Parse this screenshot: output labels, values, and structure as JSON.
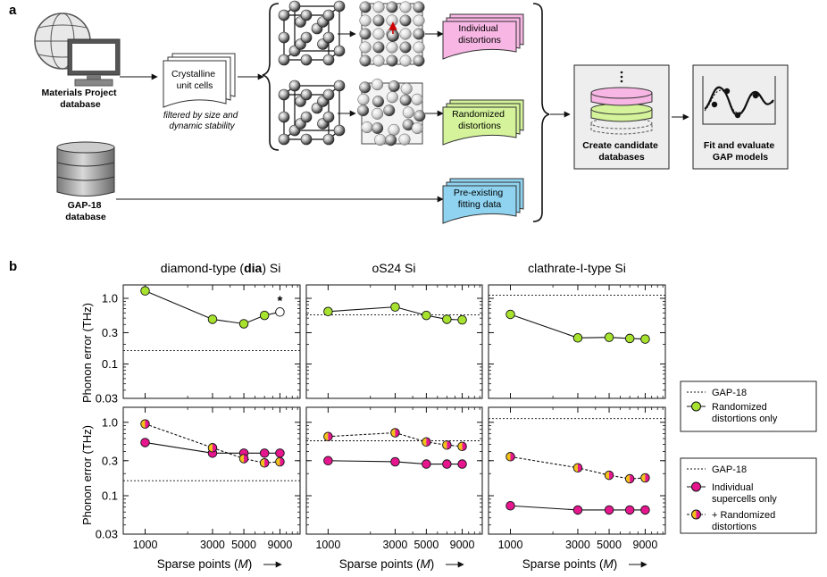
{
  "panel_a": {
    "label": "a",
    "materials_project": [
      "Materials Project",
      "database"
    ],
    "crystalline": [
      "Crystalline",
      "unit cells"
    ],
    "filter_note": [
      "filtered by size and",
      "dynamic stability"
    ],
    "gap18_db": [
      "GAP-18",
      "database"
    ],
    "individual": [
      "Individual",
      "distortions"
    ],
    "randomized": [
      "Randomized",
      "distortions"
    ],
    "preexisting": [
      "Pre-existing",
      "fitting data"
    ],
    "candidate": [
      "Create candidate",
      "databases"
    ],
    "fit": [
      "Fit and evaluate",
      "GAP models"
    ],
    "colors": {
      "pink": "#f7b6e3",
      "green": "#d4f39a",
      "blue": "#8fd3f0",
      "box": "#eeeeee"
    }
  },
  "panel_b": {
    "label": "b"
  },
  "axis": {
    "ylabel": "Phonon error (THz)",
    "xlabel_prefix": "Sparse points (",
    "xlabel_var": "M",
    "xlabel_suffix": ")",
    "xticks": [
      "1000",
      "3000",
      "5000",
      "9000"
    ],
    "yticks": [
      "1.0",
      "0.3",
      "0.1",
      "0.03"
    ]
  },
  "titles": {
    "col1_pre": "diamond-type (",
    "col1_bold": "dia",
    "col1_post": ") Si",
    "col2": "oS24 Si",
    "col3": "clathrate-I-type Si"
  },
  "legend_top": {
    "ref": "GAP-18",
    "series": [
      "Randomized",
      "distortions only"
    ]
  },
  "legend_bottom": {
    "ref": "GAP-18",
    "series1": [
      "Individual",
      "supercells only"
    ],
    "series2": [
      "+ Randomized",
      "distortions"
    ]
  },
  "asterisk": "*",
  "colors": {
    "green": "#a6e22e",
    "magenta": "#e5168e",
    "gold": "#f2c21a"
  },
  "chart_data": [
    {
      "type": "line",
      "title": "diamond-type (dia) Si",
      "xlabel": "Sparse points (M)",
      "ylabel": "Phonon error (THz)",
      "log_x": true,
      "log_y": true,
      "ylim": [
        0.03,
        1.5
      ],
      "reference": {
        "name": "GAP-18",
        "value": 0.16
      },
      "series": [
        {
          "name": "Randomized distortions only",
          "x": [
            1000,
            3000,
            5000,
            7000,
            9000
          ],
          "y": [
            1.3,
            0.48,
            0.41,
            0.55,
            0.62
          ],
          "open_last": true
        }
      ]
    },
    {
      "type": "line",
      "title": "oS24 Si",
      "xlabel": "Sparse points (M)",
      "ylabel": "Phonon error (THz)",
      "log_x": true,
      "log_y": true,
      "ylim": [
        0.03,
        1.5
      ],
      "reference": {
        "name": "GAP-18",
        "value": 0.56
      },
      "series": [
        {
          "name": "Randomized distortions only",
          "x": [
            1000,
            3000,
            5000,
            7000,
            9000
          ],
          "y": [
            0.63,
            0.74,
            0.55,
            0.48,
            0.47
          ]
        }
      ]
    },
    {
      "type": "line",
      "title": "clathrate-I-type Si",
      "xlabel": "Sparse points (M)",
      "ylabel": "Phonon error (THz)",
      "log_x": true,
      "log_y": true,
      "ylim": [
        0.03,
        1.5
      ],
      "reference": {
        "name": "GAP-18",
        "value": 1.12
      },
      "series": [
        {
          "name": "Randomized distortions only",
          "x": [
            1000,
            3000,
            5000,
            7000,
            9000
          ],
          "y": [
            0.57,
            0.25,
            0.255,
            0.245,
            0.24
          ]
        }
      ]
    },
    {
      "type": "line",
      "title": "diamond-type (dia) Si",
      "xlabel": "Sparse points (M)",
      "ylabel": "Phonon error (THz)",
      "log_x": true,
      "log_y": true,
      "ylim": [
        0.03,
        1.5
      ],
      "reference": {
        "name": "GAP-18",
        "value": 0.16
      },
      "series": [
        {
          "name": "Individual supercells only",
          "x": [
            1000,
            3000,
            5000,
            7000,
            9000
          ],
          "y": [
            0.53,
            0.38,
            0.38,
            0.38,
            0.38
          ]
        },
        {
          "name": "+ Randomized distortions",
          "x": [
            1000,
            3000,
            5000,
            7000,
            9000
          ],
          "y": [
            0.95,
            0.45,
            0.32,
            0.28,
            0.29
          ]
        }
      ]
    },
    {
      "type": "line",
      "title": "oS24 Si",
      "xlabel": "Sparse points (M)",
      "ylabel": "Phonon error (THz)",
      "log_x": true,
      "log_y": true,
      "ylim": [
        0.03,
        1.5
      ],
      "reference": {
        "name": "GAP-18",
        "value": 0.56
      },
      "series": [
        {
          "name": "Individual supercells only",
          "x": [
            1000,
            3000,
            5000,
            7000,
            9000
          ],
          "y": [
            0.3,
            0.29,
            0.27,
            0.27,
            0.27
          ]
        },
        {
          "name": "+ Randomized distortions",
          "x": [
            1000,
            3000,
            5000,
            7000,
            9000
          ],
          "y": [
            0.64,
            0.72,
            0.54,
            0.49,
            0.47
          ]
        }
      ]
    },
    {
      "type": "line",
      "title": "clathrate-I-type Si",
      "xlabel": "Sparse points (M)",
      "ylabel": "Phonon error (THz)",
      "log_x": true,
      "log_y": true,
      "ylim": [
        0.03,
        1.5
      ],
      "reference": {
        "name": "GAP-18",
        "value": 1.12
      },
      "series": [
        {
          "name": "Individual supercells only",
          "x": [
            1000,
            3000,
            5000,
            7000,
            9000
          ],
          "y": [
            0.073,
            0.064,
            0.064,
            0.064,
            0.064
          ]
        },
        {
          "name": "+ Randomized distortions",
          "x": [
            1000,
            3000,
            5000,
            7000,
            9000
          ],
          "y": [
            0.34,
            0.24,
            0.19,
            0.17,
            0.175
          ]
        }
      ]
    }
  ]
}
